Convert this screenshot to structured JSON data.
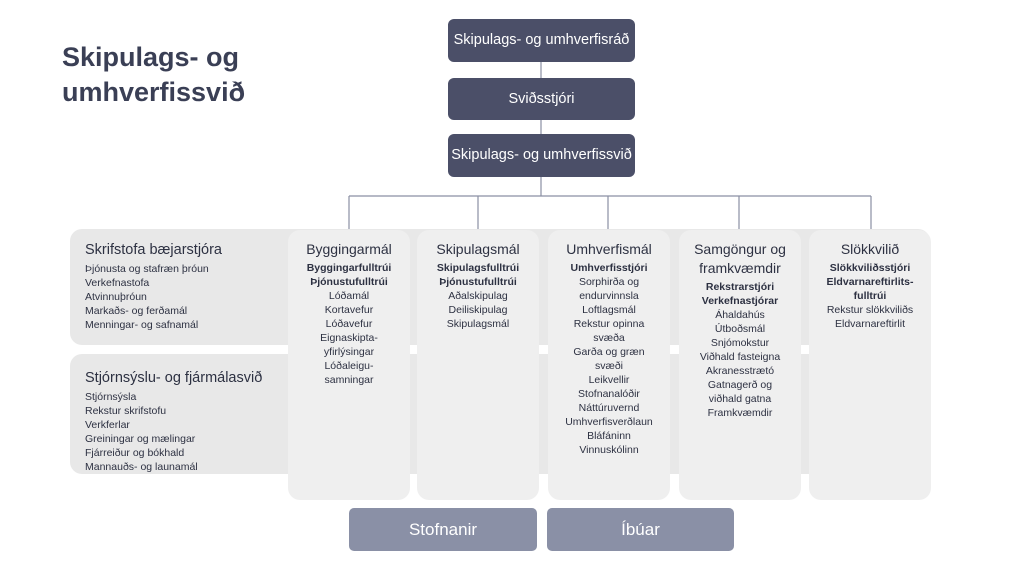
{
  "title": "Skipulags- og umhverfissvið",
  "top_boxes": [
    "Skipulags- og umhverfisráð",
    "Sviðsstjóri",
    "Skipulags- og umhverfissvið"
  ],
  "panels": [
    {
      "title": "Skrifstofa bæjarstjóra",
      "items": [
        "Þjónusta og stafræn þróun",
        "Verkefnastofa",
        "Atvinnuþróun",
        "Markaðs- og ferðamál",
        "Menningar- og safnamál"
      ]
    },
    {
      "title": "Stjórnsýslu- og fjármálasvið",
      "items": [
        "Stjórnsýsla",
        "Rekstur skrifstofu",
        "Verkferlar",
        "Greiningar og mælingar",
        "Fjárreiður og bókhald",
        "Mannauðs- og launamál"
      ]
    }
  ],
  "departments": [
    {
      "title": "Byggingarmál",
      "bold": [
        "Byggingarfulltrúi",
        "Þjónustufulltrúi"
      ],
      "items": [
        "Lóðamál",
        "Kortavefur",
        "Lóðavefur",
        "Eignaskipta-",
        "yfirlýsingar",
        "Lóðaleigu-",
        "samningar"
      ]
    },
    {
      "title": "Skipulagsmál",
      "bold": [
        "Skipulagsfulltrúi",
        "Þjónustufulltrúi"
      ],
      "items": [
        "Aðalskipulag",
        "Deiliskipulag",
        "Skipulagsmál"
      ]
    },
    {
      "title": "Umhverfismál",
      "bold": [
        "Umhverfisstjóri"
      ],
      "items": [
        "Sorphirða og",
        "endurvinnsla",
        "Loftlagsmál",
        "Rekstur opinna",
        "svæða",
        "Garða og græn",
        "svæði",
        "Leikvellir",
        "Stofnanalóðir",
        "Náttúruvernd",
        "Umhverfisverðlaun",
        "Bláfáninn",
        "Vinnuskólinn"
      ]
    },
    {
      "title": "Samgöngur og framkvæmdir",
      "bold": [
        "Rekstrarstjóri",
        "Verkefnastjórar"
      ],
      "items": [
        "Áhaldahús",
        "Útboðsmál",
        "Snjómokstur",
        "Viðhald fasteigna",
        "Akranesstrætó",
        "Gatnagerð og",
        "viðhald gatna",
        "Framkvæmdir"
      ]
    },
    {
      "title": "Slökkvilið",
      "bold": [
        "Slökkviliðsstjóri",
        "Eldvarnareftirlits-",
        "fulltrúi"
      ],
      "items": [
        "Rekstur slökkviliðs",
        "Eldvarnareftirlit"
      ]
    }
  ],
  "bottom_boxes": [
    "Stofnanir",
    "Íbúar"
  ]
}
